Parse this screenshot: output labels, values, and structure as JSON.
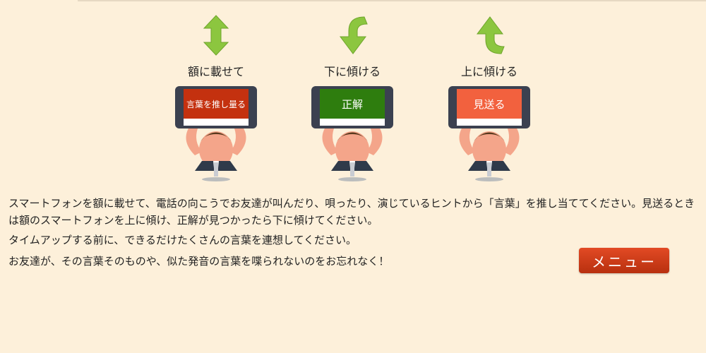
{
  "steps": [
    {
      "caption": "額に載せて",
      "arrow": "up-down-arrow-icon",
      "screen_text": "言葉を推し量る",
      "screen_color": "#c4310f"
    },
    {
      "caption": "下に傾ける",
      "arrow": "curved-down-arrow-icon",
      "screen_text": "正解",
      "screen_color": "#2e7d0e"
    },
    {
      "caption": "上に傾ける",
      "arrow": "curved-up-arrow-icon",
      "screen_text": "見送る",
      "screen_color": "#f2613e"
    }
  ],
  "description": {
    "line1": "スマートフォンを額に載せて、電話の向こうでお友達が叫んだり、唄ったり、演じているヒントから「言葉」を推し当ててください。見送るときは額のスマートフォンを上に傾け、正解が見つかったら下に傾けてください。",
    "line2": "タイムアップする前に、できるだけたくさんの言葉を連想してください。",
    "line3": "お友達が、その言葉そのものや、似た発音の言葉を喋られないのをお忘れなく！"
  },
  "menu": {
    "label": "メニュー"
  },
  "colors": {
    "background": "#fdf0da",
    "arrow_green": "#8cc63f",
    "menu_button": "#d13d18"
  }
}
